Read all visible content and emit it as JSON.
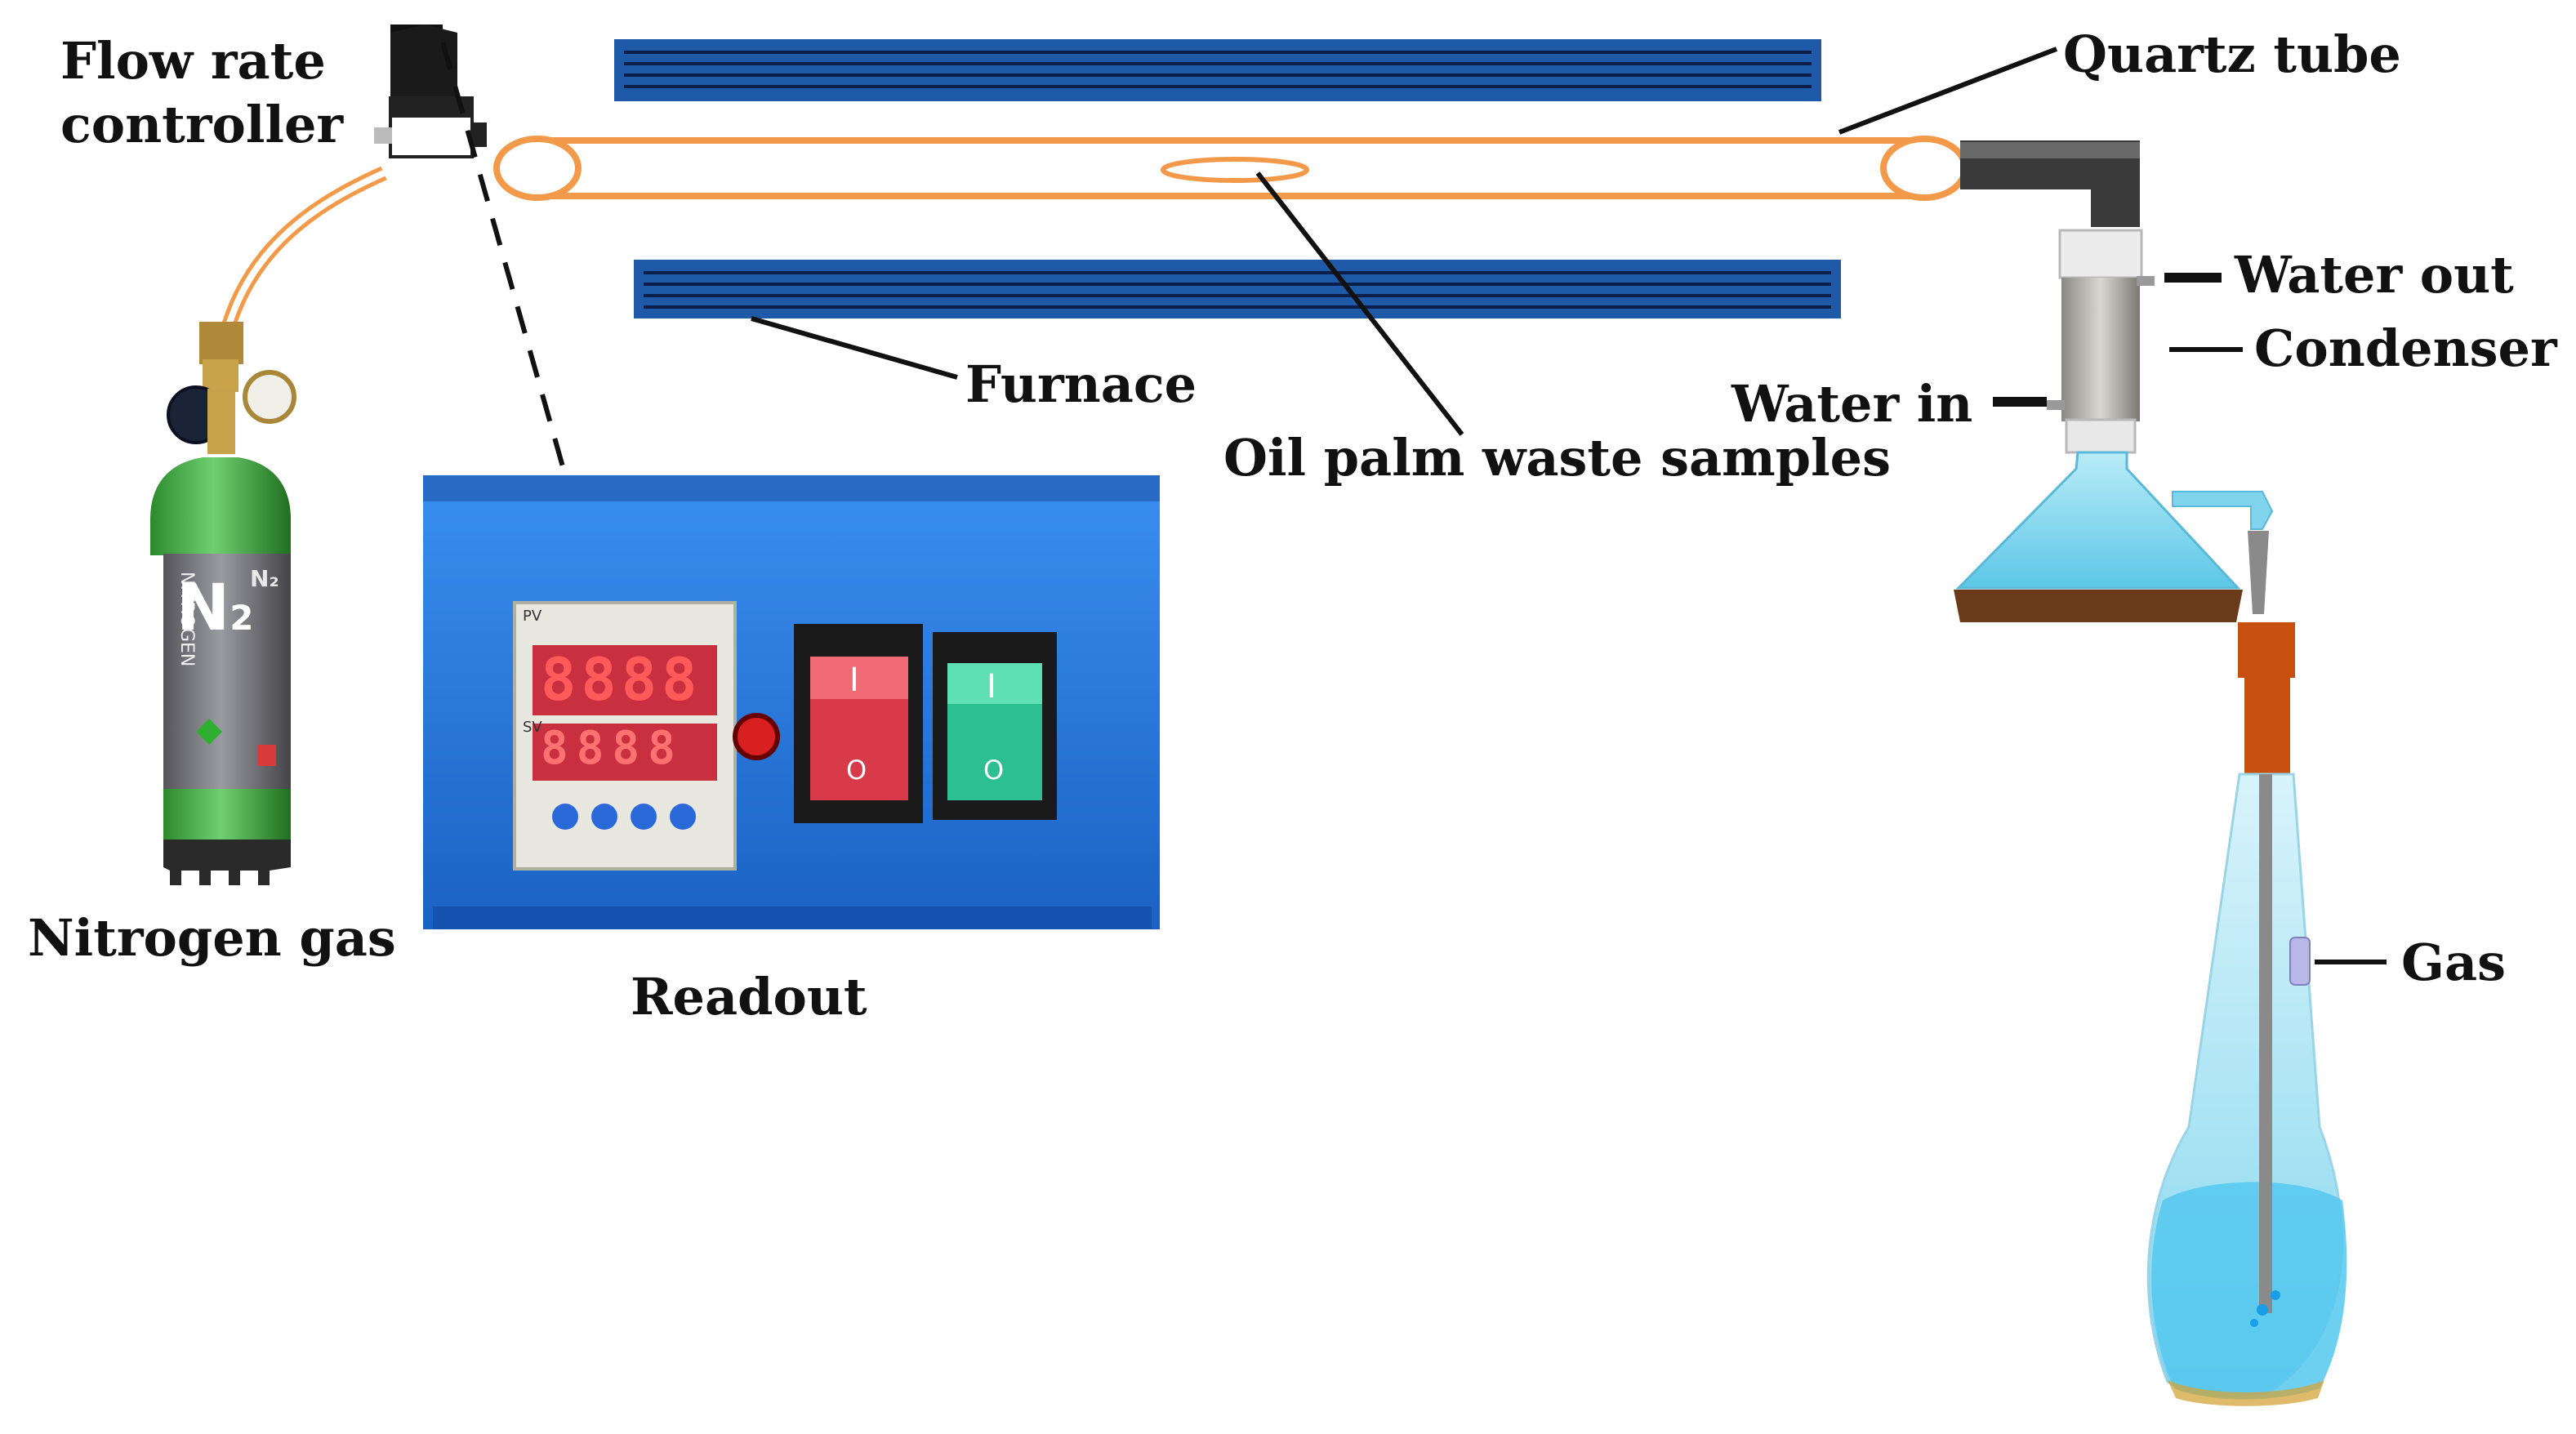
{
  "labels": {
    "flow_rate_controller_1": "Flow rate",
    "flow_rate_controller_2": "controller",
    "quartz_tube": "Quartz tube",
    "water_out": "Water out",
    "condenser": "Condenser",
    "water_in": "Water in",
    "furnace": "Furnace",
    "oil_palm_waste_samples": "Oil palm waste samples",
    "nitrogen_gas": "Nitrogen gas",
    "readout": "Readout",
    "gas": "Gas"
  },
  "cylinder_text": {
    "symbol": "N",
    "subscript": "2",
    "side_label": "NITROGEN",
    "small_symbol": "N₂"
  },
  "readout_display": {
    "pv_tag": "PV",
    "sv_tag": "SV",
    "pv_digits": "8888",
    "sv_digits": "8888"
  },
  "switch_marks": {
    "on": "I",
    "off": "O"
  },
  "colors": {
    "furnace_blue": "#1e5aa8",
    "tube_orange": "#f39a4a",
    "readout_box": "#2a7fe0",
    "cylinder_green": "#3aa83a",
    "flask_blue": "#7fd3ea",
    "switch_red": "#d93a4a",
    "switch_green": "#2cbf8f"
  }
}
